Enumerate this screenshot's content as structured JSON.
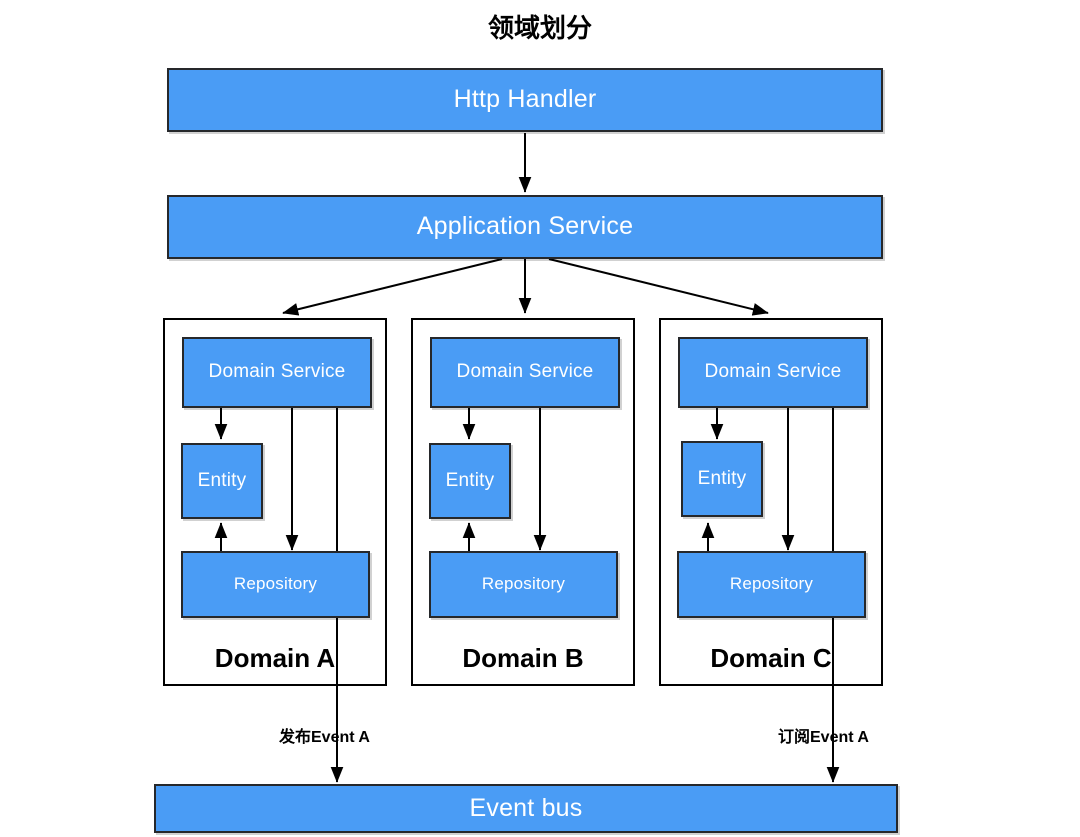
{
  "title": "领域划分",
  "colors": {
    "node_fill": "#4A9CF5",
    "node_text": "#FFFFFF",
    "node_border": "#26282B",
    "group_border": "#000000",
    "arrow": "#000000",
    "background": "#FFFFFF"
  },
  "layers": {
    "http_handler": {
      "label": "Http Handler"
    },
    "application_service": {
      "label": "Application Service"
    },
    "event_bus": {
      "label": "Event bus"
    }
  },
  "domains": [
    {
      "id": "domain-a",
      "label": "Domain A",
      "nodes": {
        "domain_service": "Domain Service",
        "entity": "Entity",
        "repository": "Repository"
      },
      "publishes_to_event_bus": true
    },
    {
      "id": "domain-b",
      "label": "Domain B",
      "nodes": {
        "domain_service": "Domain Service",
        "entity": "Entity",
        "repository": "Repository"
      },
      "publishes_to_event_bus": false
    },
    {
      "id": "domain-c",
      "label": "Domain C",
      "nodes": {
        "domain_service": "Domain Service",
        "entity": "Entity",
        "repository": "Repository"
      },
      "publishes_to_event_bus": true
    }
  ],
  "edge_labels": {
    "publish": "发布Event A",
    "subscribe": "订阅Event A"
  }
}
